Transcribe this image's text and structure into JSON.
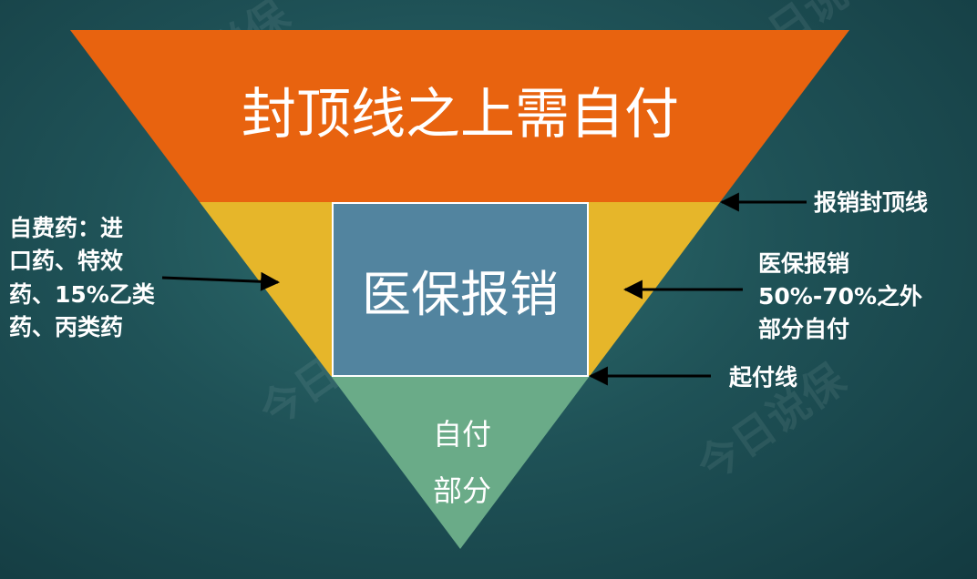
{
  "watermark": "今日说保",
  "colors": {
    "top": "#e8630f",
    "middle_sides": "#e6b62a",
    "center_box": "#52849f",
    "bottom": "#6aab88",
    "arrow": "#000000"
  },
  "tiers": {
    "top": "封顶线之上需自付",
    "center": "医保报销",
    "bottom_line1": "自付",
    "bottom_line2": "部分"
  },
  "left_note": [
    "自费药：进",
    "口药、特效",
    "药、15%乙类",
    "药、丙类药"
  ],
  "right_note": [
    "医保报销",
    "50%-70%之外",
    "部分自付"
  ],
  "labels": {
    "cap_line": "报销封顶线",
    "start_line": "起付线"
  }
}
